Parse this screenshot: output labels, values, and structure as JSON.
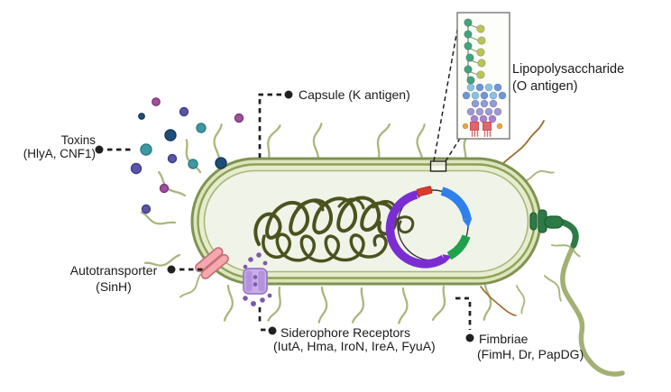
{
  "diagram": {
    "subject": "bacterial cell with virulence factors",
    "background": "#ffffff"
  },
  "labels": {
    "toxins": {
      "line1": "Toxins",
      "line2": "(HlyA, CNF1)"
    },
    "capsule": {
      "text": "Capsule (K antigen)"
    },
    "lipopolysaccharide": {
      "line1": "Lipopolysaccharide",
      "line2": "(O antigen)"
    },
    "autotransporter": {
      "line1": "Autotransporter",
      "line2": "(SinH)"
    },
    "siderophore_receptors": {
      "line1": "Siderophore Receptors",
      "line2": "(IutA, Hma, IroN, IreA, FyuA)"
    },
    "fimbriae": {
      "line1": "Fimbriae",
      "line2": "(FimH, Dr, PapDG)"
    }
  },
  "palette": {
    "membrane_outline": "#7e9350",
    "membrane_band_outer": "#dce5bb",
    "membrane_band_inner": "#e6ecce",
    "cytoplasm": "#f0f3e7",
    "nucleoid_dna": "#4b521e",
    "plasmid_purple": "#7a2ed1",
    "plasmid_blue": "#2f80ed",
    "plasmid_green": "#1fa14b",
    "plasmid_red": "#da3b2b",
    "autotransporter_pink": "#f5a9ae",
    "siderophore_lavender": "#c9aee6",
    "flagellum_olive": "#a2b073",
    "flagellar_motor_green": "#2e7a46",
    "fimbriae_sage": "#a9b77e",
    "fimbriae_brown": "#9b6a2e",
    "toxin_magenta": "#a14f9c",
    "toxin_navy": "#1f4e79",
    "toxin_teal": "#3e99a0",
    "toxin_indigo": "#5a55a8",
    "connector": "#202020",
    "lps_green": "#45a17e",
    "lps_yellow_green": "#b8c457",
    "lps_blue": "#6e96d8",
    "lps_light_blue": "#86c3e6",
    "lps_lavender": "#9f97d6",
    "lps_purple": "#ab7fd0",
    "lps_red": "#e4646c",
    "lps_orange": "#eaa53b"
  }
}
